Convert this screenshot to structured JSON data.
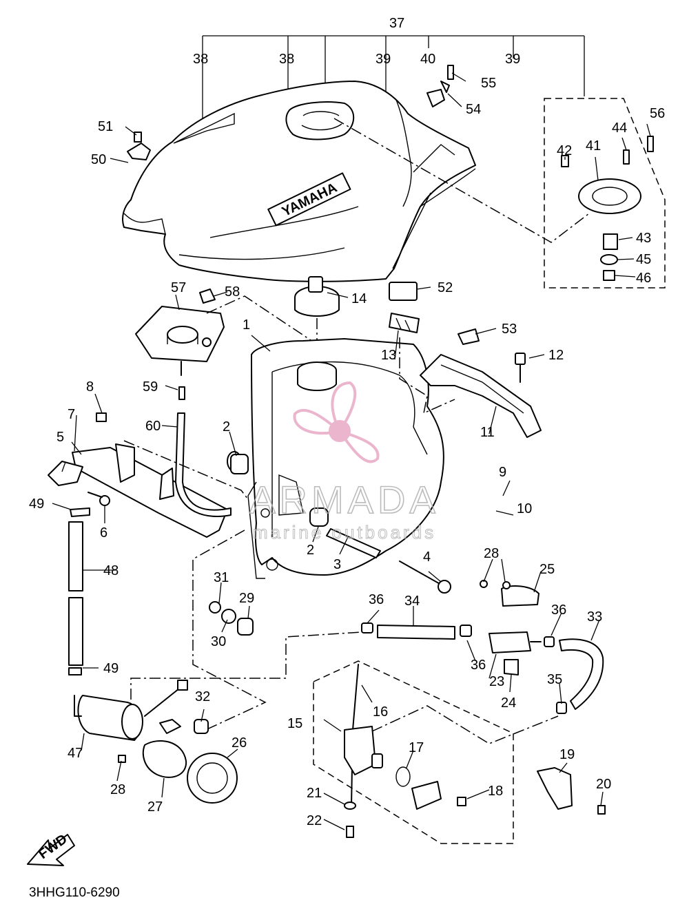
{
  "diagram": {
    "code": "3HHG110-6290",
    "fwd_label": "FWD",
    "tank_brand": "YAMAHA",
    "labels": {
      "p1": "1",
      "p2a": "2",
      "p2b": "2",
      "p3": "3",
      "p4": "4",
      "p5": "5",
      "p6": "6",
      "p7": "7",
      "p8": "8",
      "p9": "9",
      "p10": "10",
      "p11": "11",
      "p12": "12",
      "p13": "13",
      "p14": "14",
      "p15": "15",
      "p16": "16",
      "p17": "17",
      "p18": "18",
      "p19": "19",
      "p20": "20",
      "p21": "21",
      "p22": "22",
      "p23": "23",
      "p24": "24",
      "p25": "25",
      "p26": "26",
      "p27": "27",
      "p28a": "28",
      "p28b": "28",
      "p29": "29",
      "p30": "30",
      "p31": "31",
      "p32": "32",
      "p33": "33",
      "p34": "34",
      "p35": "35",
      "p36a": "36",
      "p36b": "36",
      "p36c": "36",
      "p37": "37",
      "p38a": "38",
      "p38b": "38",
      "p39a": "39",
      "p39b": "39",
      "p40": "40",
      "p41": "41",
      "p42": "42",
      "p43": "43",
      "p44": "44",
      "p45": "45",
      "p46": "46",
      "p47": "47",
      "p48": "48",
      "p49a": "49",
      "p49b": "49",
      "p50": "50",
      "p51": "51",
      "p52": "52",
      "p53": "53",
      "p54": "54",
      "p55": "55",
      "p56": "56",
      "p57": "57",
      "p58": "58",
      "p59": "59",
      "p60": "60"
    }
  },
  "watermark": {
    "brand": "ARMADA",
    "tagline": "marine outboards",
    "color": "#e8a9c6",
    "text_color": "#b0b0b0"
  }
}
